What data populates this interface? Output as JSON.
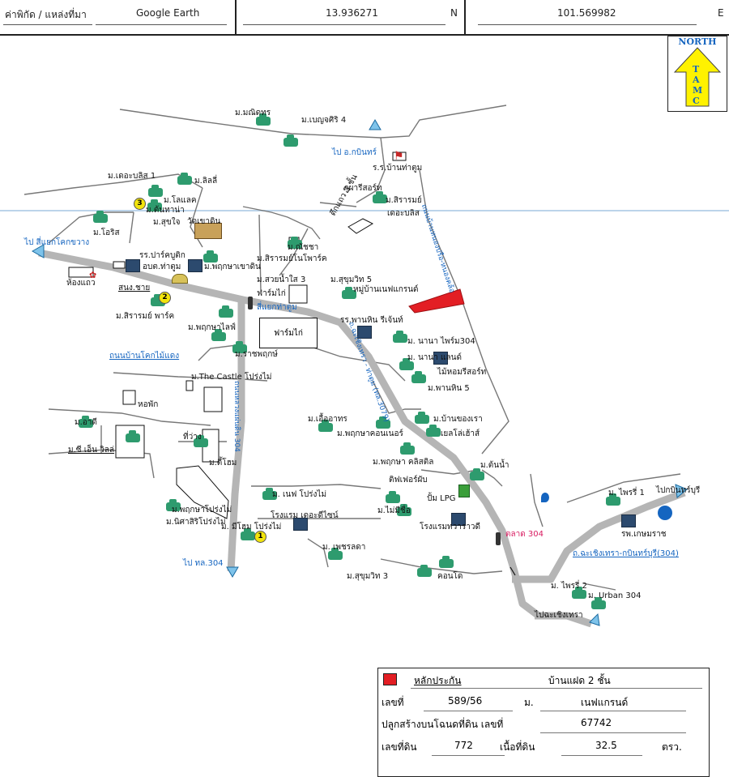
{
  "header": {
    "source_label": "ค่าพิกัด / แหล่งที่มา",
    "source_value": "Google Earth",
    "lat": "13.936271",
    "lat_dir": "N",
    "lon": "101.569982",
    "lon_dir": "E"
  },
  "north_box": {
    "north": "NORTH",
    "logo": "TAMC"
  },
  "map_labels": {
    "subject": "หมู่บ้านเนฟแกรนด์",
    "to_kabin_north": "ไป อ.กบินทร์",
    "to_sikhokkhwang": "ไป สี่แยกโคกขวาง",
    "to_304": "ไป ทล.304",
    "to_kabinburi": "ไปกบินทร์บุรี",
    "to_chachoengsao": "ไปฉะเชิงเทรา",
    "road_chachoeng_kabin": "ถ.ฉะเชิงเทรา-กบินทร์บุรี(304)",
    "road_khokmaidaeng": "ถนนบ้านโคกไม้แดง",
    "road_thatum_nongkhla": "ถนนบ้านหนองปรือ-หนองคล้อ",
    "road_304_main": "ถ.ฉะเชิงเทรา - ท่าตูม (ทล.3079)",
    "road_left_304": "ถนนหลวงแผ่นดิน 304",
    "intersection": "สี่แยกท่าตูม",
    "market": "ตลาด 304",
    "items": {
      "manithorn": "ม.มณิดทร",
      "benjasiri4": "ม.เบญจศิริ 4",
      "school_thatum": "ร.ร.บ้านท่าตูม",
      "phupharesort": "ภูผารีสอร์ท",
      "siraromy": "ม.สิรารมย์",
      "therabliss2": "เดอะบลิส",
      "shophouse3": "ตึกแถว 3 ชั้น",
      "nunya": "ม.ณัชชา",
      "siraromnovopark": "ม.สิรารมย์โนโพาร์ค",
      "suanyaisai3": "ม.สวยน้ำใส 3",
      "farmkai1": "ฟาร์มไก่",
      "sukhumvit5": "ม.สุขุมวิท 5",
      "therabliss1": "ม.เดอะบลิส 1",
      "lily": "ม.ลิลลี่",
      "lolac": "ม.โลแลค",
      "tonthana": "ม.ต้นทาน่า",
      "sukjai": "ม.สุขใจ",
      "watkhaodin": "วัดเขาดิน",
      "oris": "ม.โอริส",
      "parkoubtiek": "รร.ปาร์คบูติก",
      "obt": "อบต.ท่าตูม",
      "phrueksa_khaodin": "ม.พฤกษาเขาดิน",
      "hongthaew": "ห้องแถว",
      "sanongchai": "สนง.ชาย",
      "siraromypark": "ม.สิรารมย์ พาร์ค",
      "phruksalife": "ม.พฤกษาไลฟ์",
      "farmkai2": "ฟาร์มไก่",
      "rajaphruek": "ม.ราชพฤกษ์",
      "panhinresident": "รร.พานหิน รีเจ้นท์",
      "nanafarm304": "ม. นานา ไพร์ม304",
      "nanaland": "ม. นานา แลนด์",
      "maihomresort": "ไม้หอมรีสอร์ท",
      "panhin5": "ม.พานหิน 5",
      "castle": "ม.The Castle โปร่งไม่",
      "horpak": "หอพัก",
      "ueathorn": "ม.เอื้ออาทร",
      "banourshome": "ม.บ้านของเรา",
      "phruksacountry": "ม.พฤกษาคอนเนอร์",
      "yellowhouse": "เยลโล่เฮ้าส์",
      "adi": "ม.อาดี",
      "ziyenvilla": "ม.ซี เอ็น วิลล่",
      "thiwang": "ที่ว่าง",
      "tiehome": "ม.ตี้โฮม",
      "phruksaclassic": "ม.พฤกษา คลิสติล",
      "tonnam": "ม.ต้นน้ำ",
      "tipfire": "ติฟเฟอร์ผับ",
      "lpg": "ปั้ม LPG",
      "nefprongmai": "ม. เนฟ โปร่งไม่",
      "nameless": "ม.ไม่มีชื่อ",
      "phruksaprong": "ม.พฤกษาโปร่งไม่",
      "nisasiri": "ม.นิศาสิริโปร่งไม่",
      "therdesign": "โรงแรม เดอะดีไซน์",
      "hoteltawarawadee": "โรงแรมทวาราวดี",
      "mihome": "ม. มีโฮม โปร่งไม่",
      "phetchrada": "ม. เพชรลดา",
      "condo": "คอนโด",
      "sukhumvit3": "ม.สุขุมวิท 3",
      "phrai1": "ม. ไพรรี่ 1",
      "hospital": "รพ.เกษมราช",
      "phrai2": "ม. ไพรรี่ 2",
      "urban304": "ม. Urban 304"
    },
    "badges": [
      "1",
      "2",
      "3"
    ]
  },
  "legend": {
    "title": "หลักประกัน",
    "type": "บ้านแฝด 2 ชั้น",
    "no_label": "เลขที่",
    "no_value": "589/56",
    "m_label": "ม.",
    "m_value": "เนฟแกรนด์",
    "deed_label": "ปลูกสร้างบนโฉนดที่ดิน เลขที่",
    "deed_value": "67742",
    "land_no_label": "เลขที่ดิน",
    "land_no_value": "772",
    "area_label": "เนื้อที่ดิน",
    "area_value": "32.5",
    "area_unit": "ตรว.",
    "color": "#e31e24"
  }
}
